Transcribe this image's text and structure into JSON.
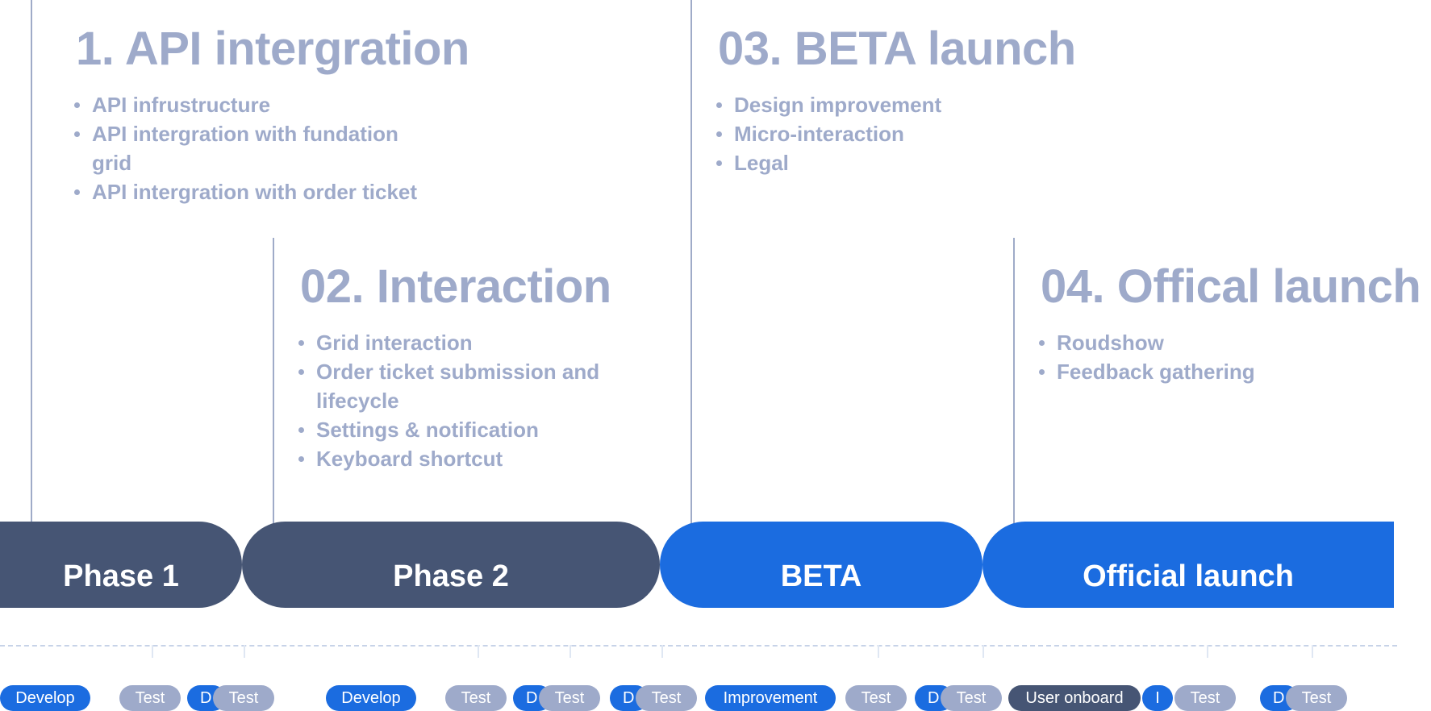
{
  "milestones": [
    {
      "title": "1. API intergration",
      "items": [
        "API infrustructure",
        "API intergration with fundation grid",
        "API intergration with order ticket"
      ]
    },
    {
      "title": "02. Interaction",
      "items": [
        "Grid interaction",
        "Order ticket submission and lifecycle",
        "Settings & notification",
        "Keyboard shortcut"
      ]
    },
    {
      "title": "03. BETA launch",
      "items": [
        "Design improvement",
        "Micro-interaction",
        "Legal"
      ]
    },
    {
      "title": "04. Offical launch",
      "items": [
        "Roudshow",
        "Feedback gathering"
      ]
    }
  ],
  "phases": [
    "Phase 1",
    "Phase 2",
    "BETA",
    "Official launch"
  ],
  "tasks": [
    "Develop",
    "Test",
    "D",
    "Test",
    "Develop",
    "Test",
    "D",
    "Test",
    "D",
    "Test",
    "Improvement",
    "Test",
    "D",
    "Test",
    "User onboard",
    "I",
    "Test",
    "D",
    "Test"
  ],
  "colors": {
    "dark": "#465574",
    "blue": "#1b6ce0",
    "muted": "#9eaaca"
  }
}
